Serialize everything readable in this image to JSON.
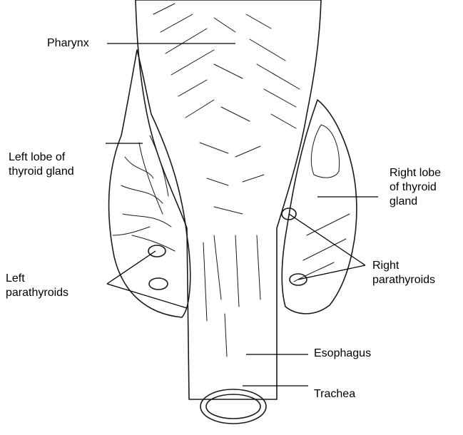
{
  "figure": {
    "labels": {
      "pharynx": "Pharynx",
      "left_lobe": [
        "Left lobe of",
        "thyroid gland"
      ],
      "right_lobe": [
        "Right lobe",
        "of thyroid",
        "gland"
      ],
      "left_parathyroids": [
        "Left",
        "parathyroids"
      ],
      "right_parathyroids": [
        "Right",
        "parathyroids"
      ],
      "esophagus": "Esophagus",
      "trachea": "Trachea"
    }
  }
}
